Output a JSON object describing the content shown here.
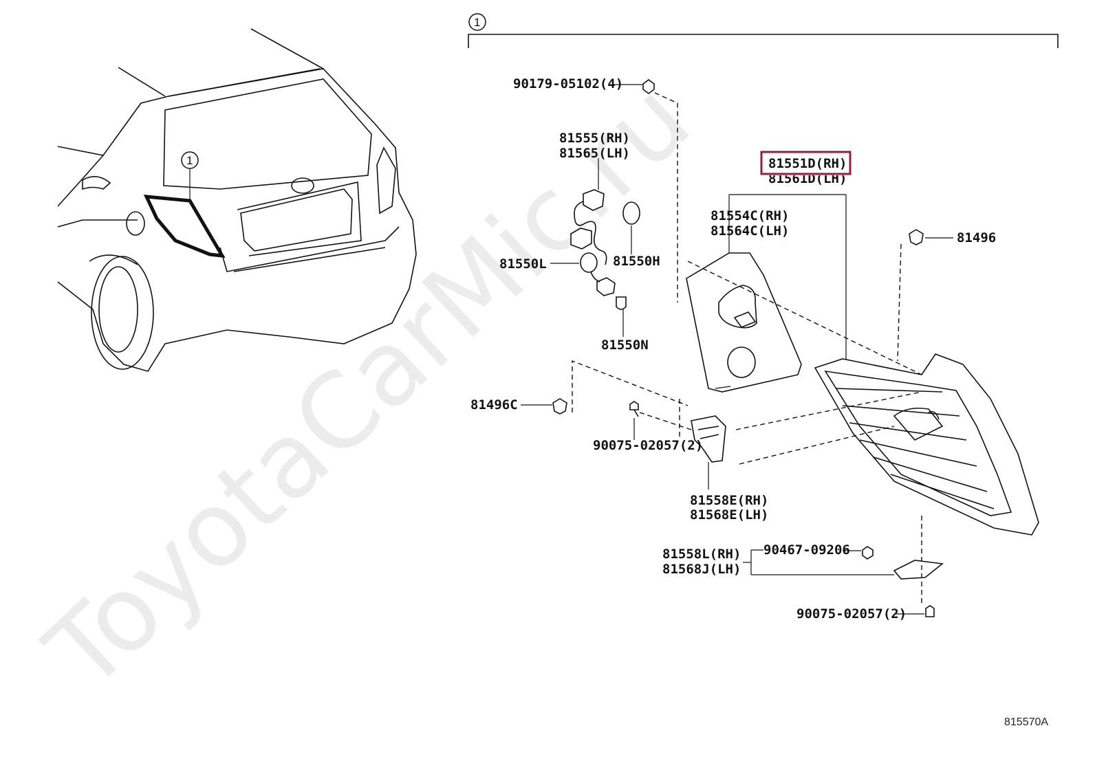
{
  "watermark": "ToyotaCarMic.ru",
  "group_callout": "1",
  "car_callout": "1",
  "diagram_code": "815570A",
  "highlight_color": "#9b1b3a",
  "labels": {
    "bulb_bolt": "90179-05102(4)",
    "socket_rh": "81555(RH)",
    "socket_lh": "81565(LH)",
    "bulb_l": "81550L",
    "bulb_h": "81550H",
    "bulb_n": "81550N",
    "lens_rh": "81551D(RH)",
    "lens_lh": "81561D(LH)",
    "cover_rh": "81554C(RH)",
    "cover_lh": "81564C(LH)",
    "clip_top": "81496",
    "clip_left": "81496C",
    "screw_mid": "90075-02057(2)",
    "bracket_rh": "81558E(RH)",
    "bracket_lh": "81568E(LH)",
    "bracket2_rh": "81558L(RH)",
    "bracket2_lh": "81568J(LH)",
    "nut": "90467-09206",
    "screw_bottom": "90075-02057(2)"
  }
}
